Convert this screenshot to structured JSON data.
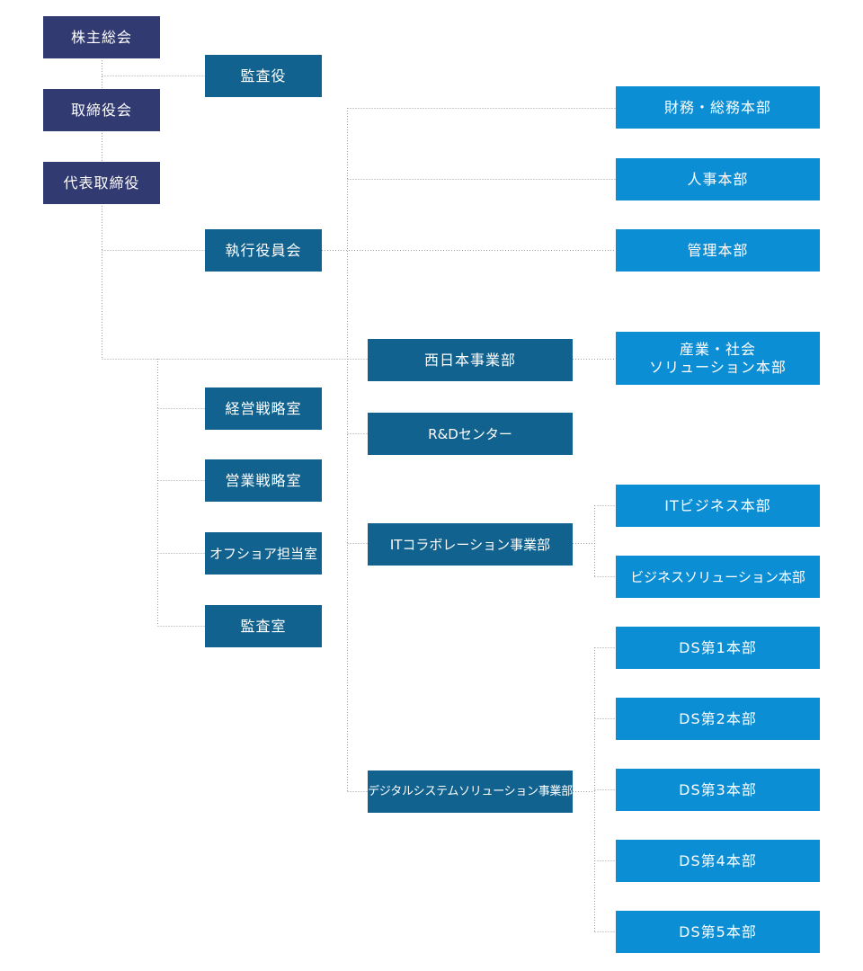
{
  "colors": {
    "governance": "#323a72",
    "division": "#11628e",
    "department": "#0c8ed5",
    "connector": "#9a9a9a"
  },
  "nodes": {
    "shareholders_meeting": "株主総会",
    "auditor": "監査役",
    "board_of_directors": "取締役会",
    "representative_director": "代表取締役",
    "executive_committee": "執行役員会",
    "management_strategy_office": "経営戦略室",
    "sales_strategy_office": "営業戦略室",
    "offshore_office": "オフショア担当室",
    "audit_office": "監査室",
    "finance_ga_hq": "財務・総務本部",
    "hr_hq": "人事本部",
    "admin_hq": "管理本部",
    "west_japan_division": "西日本事業部",
    "industry_society_hq_line1": "産業・社会",
    "industry_society_hq_line2": "ソリューション本部",
    "rd_center": "R&Dセンター",
    "it_collab_division": "ITコラボレーション事業部",
    "it_business_hq": "ITビジネス本部",
    "business_solution_hq": "ビジネスソリューション本部",
    "digital_system_division": "デジタルシステムソリューション事業部",
    "ds1": "DS第1本部",
    "ds2": "DS第2本部",
    "ds3": "DS第3本部",
    "ds4": "DS第4本部",
    "ds5": "DS第5本部"
  }
}
